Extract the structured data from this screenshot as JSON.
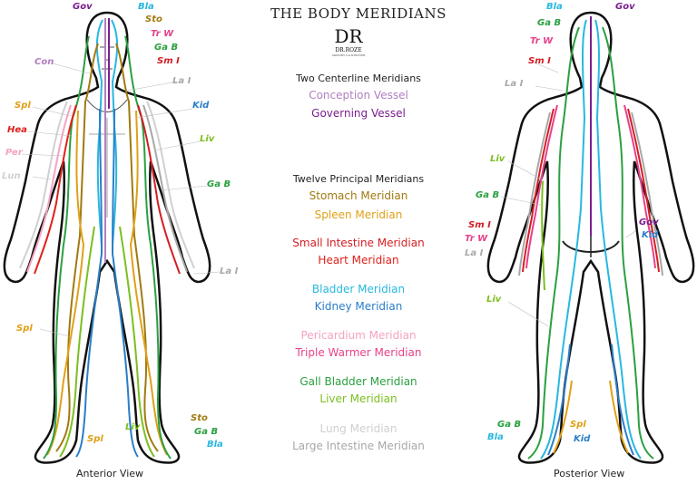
{
  "header": {
    "title": "THE BODY MERIDIANS",
    "brand_monogram": "DR",
    "brand_name": "DR.ROZE",
    "brand_tagline": "ANATOMY ILLUSTRATION"
  },
  "legend": {
    "centerline_heading": "Two Centerline Meridians",
    "principal_heading": "Twelve Principal Meridians",
    "centerline": [
      {
        "name": "Conception Vessel",
        "color": "#b07fc0"
      },
      {
        "name": "Governing Vessel",
        "color": "#7a1e8e"
      }
    ],
    "principal": [
      {
        "name": "Stomach Meridian",
        "color": "#a07a10"
      },
      {
        "name": "Spleen Meridian",
        "color": "#e0a018"
      },
      {
        "name": "Small Intestine Meridian",
        "color": "#d41e24"
      },
      {
        "name": "Heart Meridian",
        "color": "#e0201a"
      },
      {
        "name": "Bladder Meridian",
        "color": "#28b8e0"
      },
      {
        "name": "Kidney Meridian",
        "color": "#2a7ec8"
      },
      {
        "name": "Pericardium Meridian",
        "color": "#f5a2c4"
      },
      {
        "name": "Triple Warmer Meridian",
        "color": "#e8418a"
      },
      {
        "name": "Gall Bladder Meridian",
        "color": "#2aa040"
      },
      {
        "name": "Liver Meridian",
        "color": "#7cbf20"
      },
      {
        "name": "Lung Meridian",
        "color": "#d0d0d0"
      },
      {
        "name": "Large Intestine Meridian",
        "color": "#a8a8a8"
      }
    ]
  },
  "views": {
    "anterior": "Anterior View",
    "posterior": "Posterior View"
  },
  "anterior_labels": [
    {
      "text": "Gov",
      "color": "#7a1e8e"
    },
    {
      "text": "Bla",
      "color": "#28b8e0"
    },
    {
      "text": "Sto",
      "color": "#a07a10"
    },
    {
      "text": "Tr W",
      "color": "#e8418a"
    },
    {
      "text": "Ga B",
      "color": "#2aa040"
    },
    {
      "text": "Sm I",
      "color": "#d41e24"
    },
    {
      "text": "Con",
      "color": "#b07fc0"
    },
    {
      "text": "La I",
      "color": "#a8a8a8"
    },
    {
      "text": "Spl",
      "color": "#e0a018"
    },
    {
      "text": "Kid",
      "color": "#2a7ec8"
    },
    {
      "text": "Hea",
      "color": "#e0201a"
    },
    {
      "text": "Liv",
      "color": "#7cbf20"
    },
    {
      "text": "Per",
      "color": "#f5a2c4"
    },
    {
      "text": "Lun",
      "color": "#d0d0d0"
    },
    {
      "text": "Ga B",
      "color": "#2aa040"
    },
    {
      "text": "La I",
      "color": "#a8a8a8"
    },
    {
      "text": "Spl",
      "color": "#e0a018"
    },
    {
      "text": "Sto",
      "color": "#a07a10"
    },
    {
      "text": "Liv",
      "color": "#7cbf20"
    },
    {
      "text": "Ga B",
      "color": "#2aa040"
    },
    {
      "text": "Spl",
      "color": "#e0a018"
    },
    {
      "text": "Bla",
      "color": "#28b8e0"
    }
  ],
  "posterior_labels": [
    {
      "text": "Bla",
      "color": "#28b8e0"
    },
    {
      "text": "Gov",
      "color": "#7a1e8e"
    },
    {
      "text": "Ga B",
      "color": "#2aa040"
    },
    {
      "text": "Tr W",
      "color": "#e8418a"
    },
    {
      "text": "Sm I",
      "color": "#d41e24"
    },
    {
      "text": "La I",
      "color": "#a8a8a8"
    },
    {
      "text": "Liv",
      "color": "#7cbf20"
    },
    {
      "text": "Ga B",
      "color": "#2aa040"
    },
    {
      "text": "Sm I",
      "color": "#d41e24"
    },
    {
      "text": "Tr W",
      "color": "#e8418a"
    },
    {
      "text": "La I",
      "color": "#a8a8a8"
    },
    {
      "text": "Gov",
      "color": "#7a1e8e"
    },
    {
      "text": "Kid",
      "color": "#2a7ec8"
    },
    {
      "text": "Liv",
      "color": "#7cbf20"
    },
    {
      "text": "Ga B",
      "color": "#2aa040"
    },
    {
      "text": "Spl",
      "color": "#e0a018"
    },
    {
      "text": "Bla",
      "color": "#28b8e0"
    },
    {
      "text": "Kid",
      "color": "#2a7ec8"
    }
  ]
}
